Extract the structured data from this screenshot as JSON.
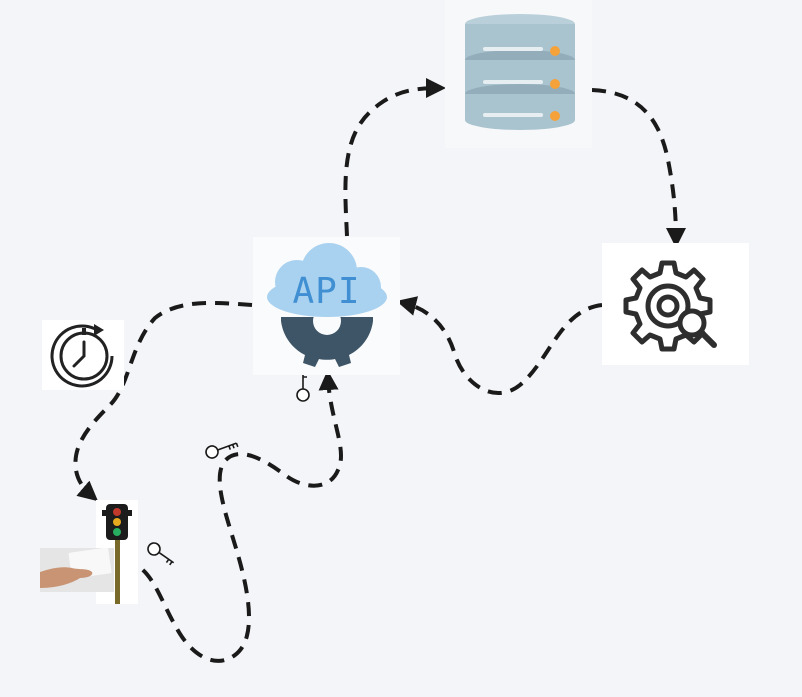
{
  "diagram": {
    "nodes": [
      {
        "id": "database",
        "icon": "database-server-icon"
      },
      {
        "id": "api",
        "icon": "api-cloud-gear-icon",
        "label": "API"
      },
      {
        "id": "settings",
        "icon": "gear-magnifier-icon"
      },
      {
        "id": "clock",
        "icon": "clock-refresh-icon"
      },
      {
        "id": "traffic-light",
        "icon": "traffic-light-icon"
      },
      {
        "id": "hand",
        "icon": "hand-holding-card-icon"
      }
    ],
    "edges": [
      {
        "from": "api",
        "to": "database",
        "style": "dashed"
      },
      {
        "from": "database",
        "to": "settings",
        "style": "dashed"
      },
      {
        "from": "settings",
        "to": "api",
        "style": "dashed"
      },
      {
        "from": "api",
        "to": "traffic-light",
        "style": "dashed"
      },
      {
        "from": "traffic-light",
        "to": "api",
        "style": "dashed"
      }
    ],
    "keys": [
      "key-icon",
      "key-icon",
      "key-icon"
    ],
    "colors": {
      "background": "#f4f5f8",
      "edge": "#1a1a1a",
      "api_text": "#3f8fd2",
      "cloud": "#a9d1f0",
      "gear": "#3d5566",
      "database": "#a9c3cf",
      "database_led": "#f5a23a"
    }
  }
}
